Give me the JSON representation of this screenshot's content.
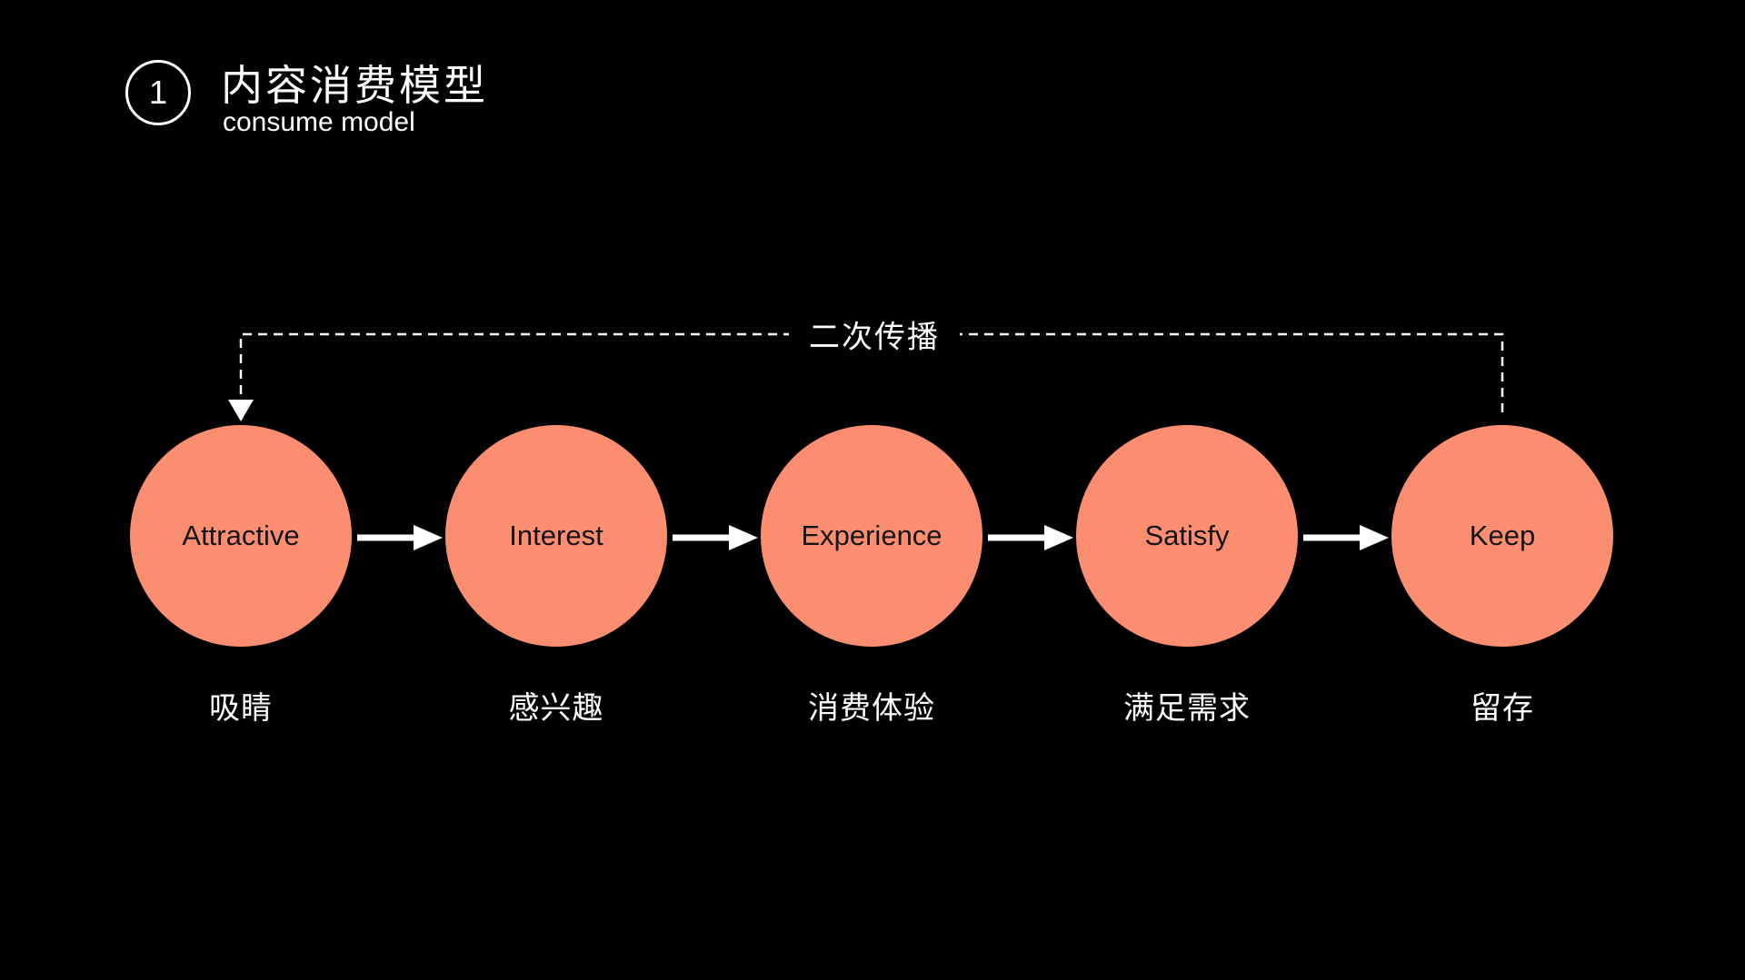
{
  "header": {
    "number": "1",
    "title": "内容消费模型",
    "subtitle": "consume model"
  },
  "feedback_label": "二次传播",
  "stages": [
    {
      "en": "Attractive",
      "zh": "吸睛"
    },
    {
      "en": "Interest",
      "zh": "感兴趣"
    },
    {
      "en": "Experience",
      "zh": "消费体验"
    },
    {
      "en": "Satisfy",
      "zh": "满足需求"
    },
    {
      "en": "Keep",
      "zh": "留存"
    }
  ],
  "colors": {
    "background": "#000000",
    "circle_fill": "#FB8D70",
    "circle_text": "#141414",
    "text": "#FFFFFF",
    "arrow": "#FFFFFF"
  }
}
